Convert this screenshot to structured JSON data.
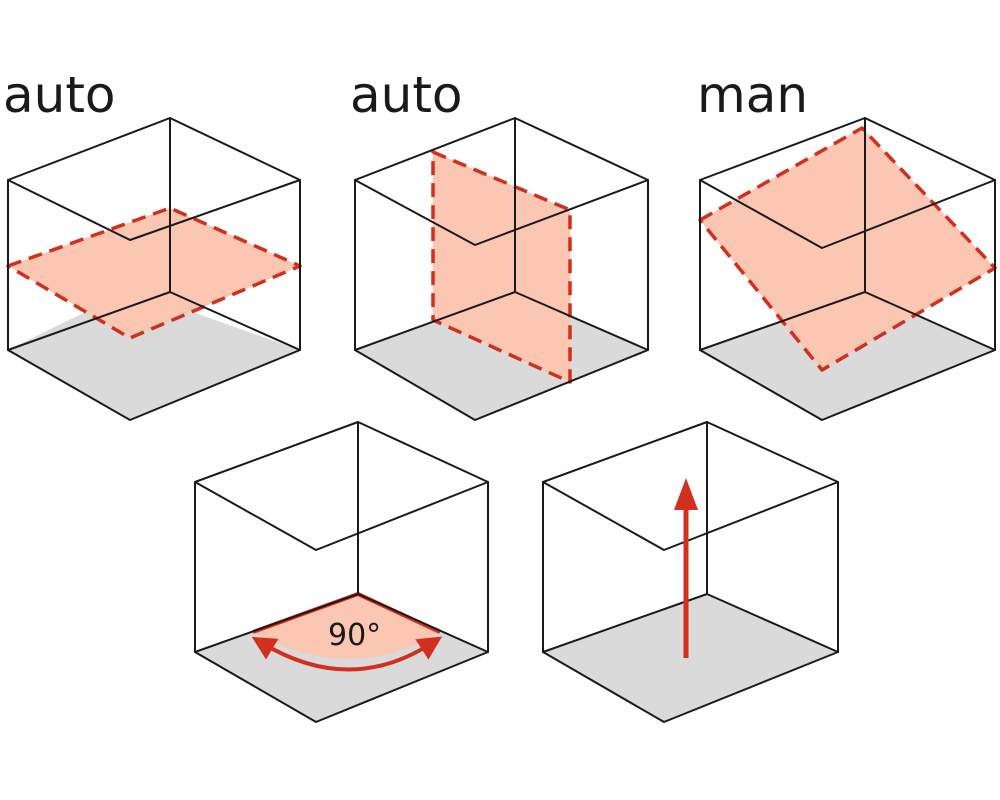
{
  "colors": {
    "edge": "#1a1a1a",
    "floor": "#dadada",
    "plane_fill": "#fbc6b2",
    "plane_line": "#d32f1f",
    "accent_red": "#d32f1f"
  },
  "panels": [
    {
      "label": "auto",
      "plane": "horizontal"
    },
    {
      "label": "auto",
      "plane": "vertical"
    },
    {
      "label": "man",
      "plane": "inclined"
    },
    {
      "label": "",
      "feature": "right-angle-indicator",
      "angle_text": "90°"
    },
    {
      "label": "",
      "feature": "plumb-arrow"
    }
  ]
}
